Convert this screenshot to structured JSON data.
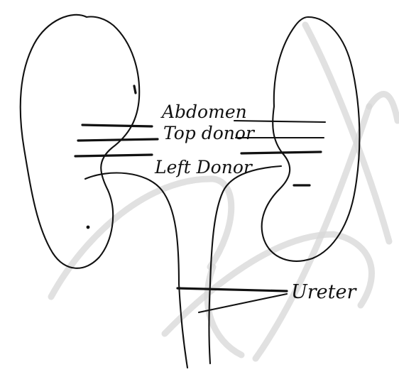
{
  "diagram": {
    "labels": {
      "top": "Abdomen",
      "middle": "Top donor",
      "bottom": "Left Donor",
      "ureter": "Ureter"
    },
    "colors": {
      "ink": "#111111",
      "watermark": "#d7d7d7",
      "background": "#ffffff"
    }
  }
}
